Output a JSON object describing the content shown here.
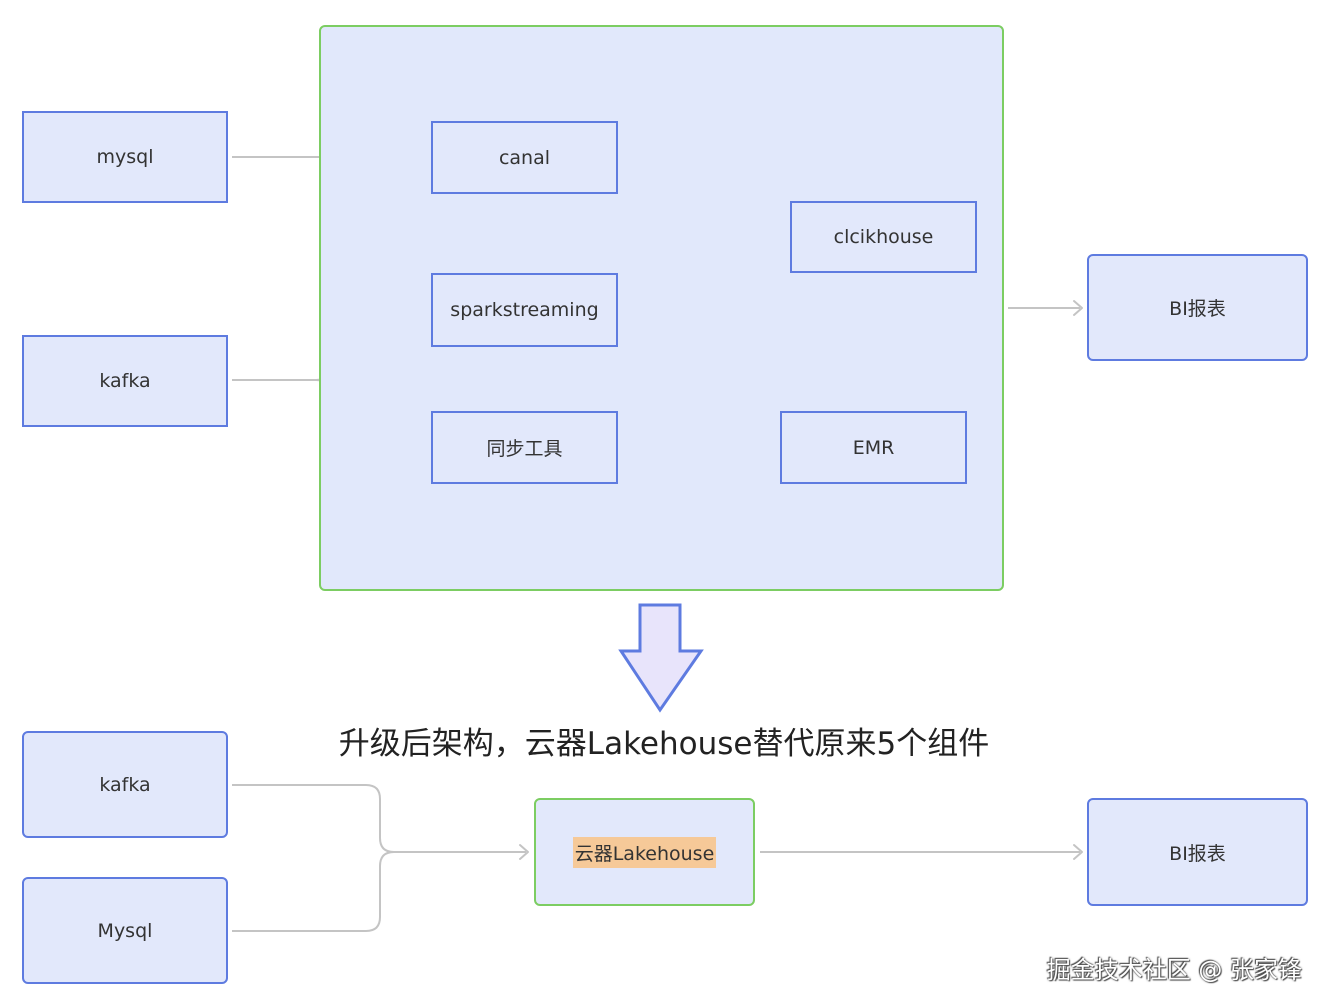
{
  "nodes": {
    "mysql_top": "mysql",
    "kafka_top": "kafka",
    "canal": "canal",
    "sparkstreaming": "sparkstreaming",
    "sync_tool": "同步工具",
    "clickhouse": "clcikhouse",
    "emr": "EMR",
    "bi_top": "BI报表",
    "kafka_bottom": "kafka",
    "mysql_bottom": "Mysql",
    "lakehouse": "云器Lakehouse",
    "bi_bottom": "BI报表"
  },
  "caption": "升级后架构，云器Lakehouse替代原来5个组件",
  "watermark": "掘金技术社区 @ 张家锋",
  "colors": {
    "node_fill": "#e2e8fb",
    "node_border": "#5e7be0",
    "group_border": "#7ccd62",
    "edge": "#c4c4c4",
    "highlight": "#f6c998"
  }
}
